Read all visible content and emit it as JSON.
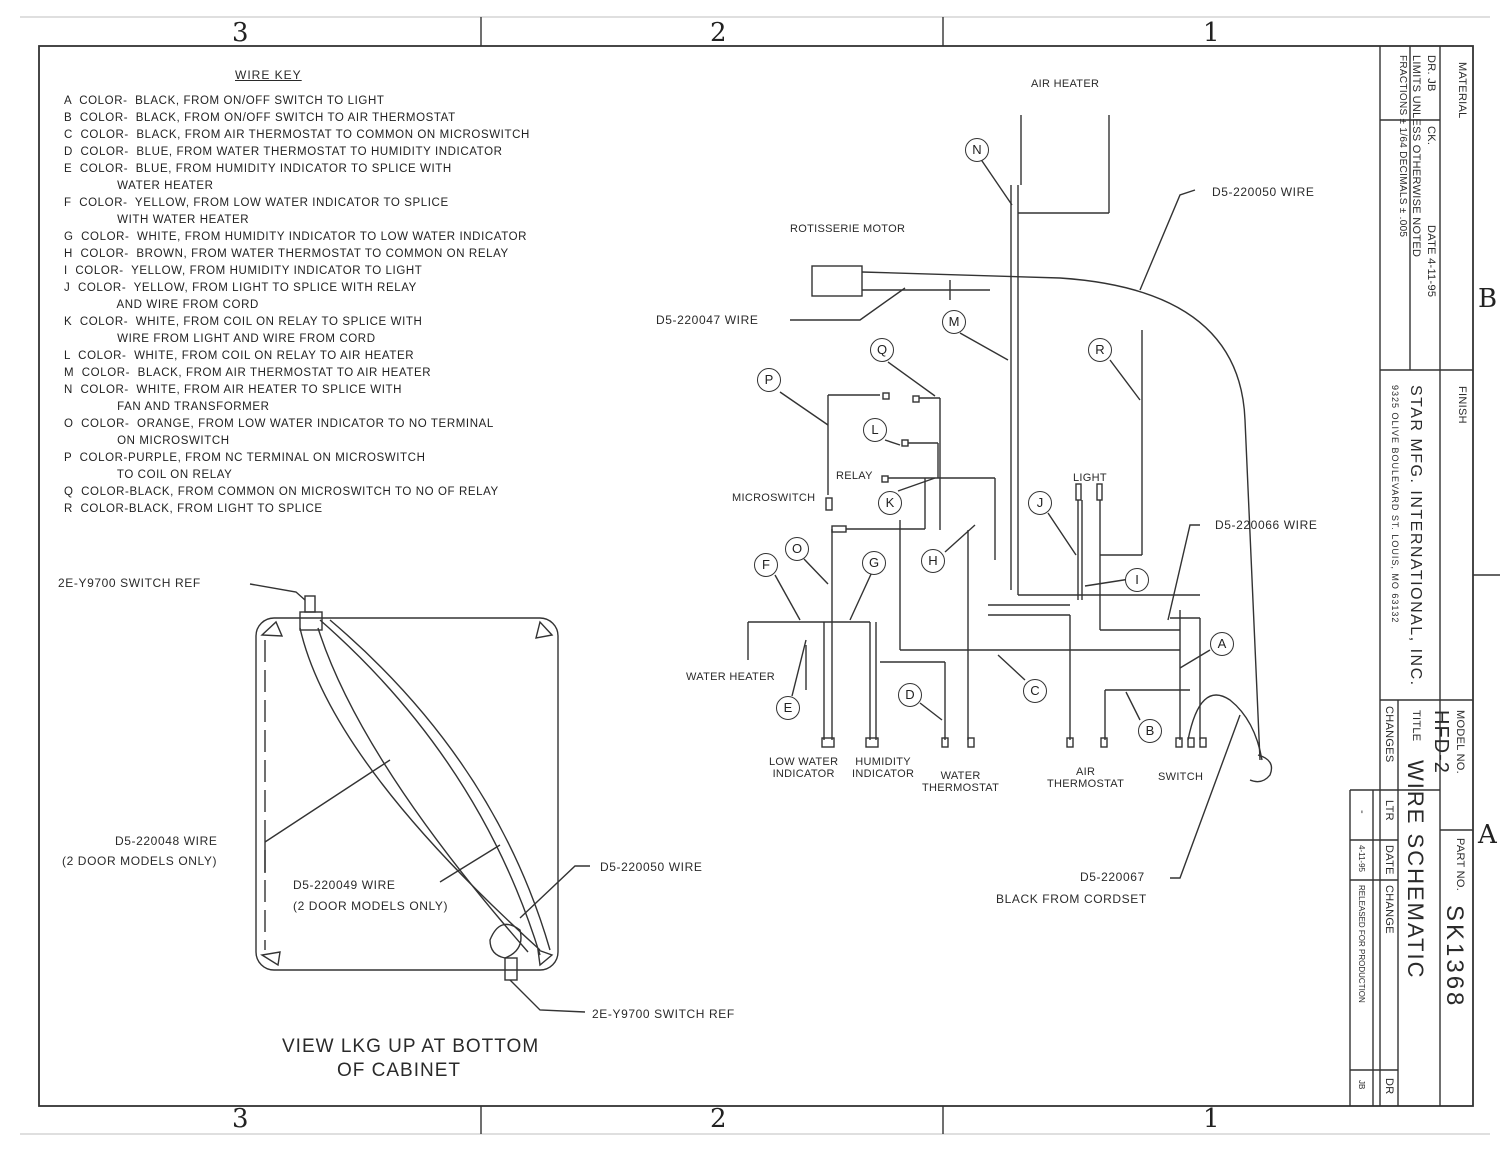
{
  "zones": {
    "top": [
      "3",
      "2",
      "1"
    ],
    "bottom": [
      "3",
      "2",
      "1"
    ],
    "right": [
      "B",
      "A"
    ]
  },
  "wire_key": {
    "title": "WIRE KEY",
    "lines": [
      "A  COLOR-  BLACK, FROM ON/OFF SWITCH TO LIGHT",
      "B  COLOR-  BLACK, FROM ON/OFF SWITCH TO AIR THERMOSTAT",
      "C  COLOR-  BLACK, FROM AIR THERMOSTAT TO COMMON ON MICROSWITCH",
      "D  COLOR-  BLUE, FROM WATER THERMOSTAT TO HUMIDITY INDICATOR",
      "E  COLOR-  BLUE, FROM HUMIDITY INDICATOR TO SPLICE WITH",
      "              WATER HEATER",
      "F  COLOR-  YELLOW, FROM LOW WATER INDICATOR TO SPLICE",
      "              WITH WATER HEATER",
      "G  COLOR-  WHITE, FROM HUMIDITY INDICATOR TO LOW WATER INDICATOR",
      "H  COLOR-  BROWN, FROM WATER THERMOSTAT TO COMMON ON RELAY",
      "I  COLOR-  YELLOW, FROM HUMIDITY INDICATOR TO LIGHT",
      "J  COLOR-  YELLOW, FROM LIGHT TO SPLICE WITH RELAY",
      "              AND WIRE FROM CORD",
      "K  COLOR-  WHITE, FROM COIL ON RELAY TO SPLICE WITH",
      "              WIRE FROM LIGHT AND WIRE FROM CORD",
      "L  COLOR-  WHITE, FROM COIL ON RELAY TO AIR HEATER",
      "M  COLOR-  BLACK, FROM AIR THERMOSTAT TO AIR HEATER",
      "N  COLOR-  WHITE, FROM AIR HEATER TO SPLICE WITH",
      "              FAN AND TRANSFORMER",
      "O  COLOR-  ORANGE, FROM LOW WATER INDICATOR TO NO TERMINAL",
      "              ON MICROSWITCH",
      "P  COLOR-PURPLE, FROM NC TERMINAL ON MICROSWITCH",
      "              TO COIL ON RELAY",
      "Q  COLOR-BLACK, FROM COMMON ON MICROSWITCH TO NO OF RELAY",
      "R  COLOR-BLACK, FROM LIGHT TO SPLICE"
    ]
  },
  "components": {
    "air_heater": "AIR HEATER",
    "rotisserie_motor": "ROTISSERIE MOTOR",
    "microswitch": "MICROSWITCH",
    "relay": "RELAY",
    "light": "LIGHT",
    "water_heater": "WATER HEATER",
    "low_water_indicator_1": "LOW WATER",
    "low_water_indicator_2": "INDICATOR",
    "humidity_indicator_1": "HUMIDITY",
    "humidity_indicator_2": "INDICATOR",
    "water_thermostat_1": "WATER",
    "water_thermostat_2": "THERMOSTAT",
    "air_thermostat_1": "AIR",
    "air_thermostat_2": "THERMOSTAT",
    "switch": "SWITCH"
  },
  "callouts": {
    "wire_050_top": "D5-220050 WIRE",
    "wire_047": "D5-220047 WIRE",
    "wire_066": "D5-220066 WIRE",
    "wire_067": "D5-220067",
    "wire_067_desc": "BLACK FROM CORDSET",
    "switch_ref_top": "2E-Y9700 SWITCH REF",
    "switch_ref_bottom": "2E-Y9700 SWITCH REF",
    "wire_048": "D5-220048 WIRE",
    "wire_048_note": "(2 DOOR MODELS ONLY)",
    "wire_049": "D5-220049 WIRE",
    "wire_049_note": "(2 DOOR MODELS ONLY)",
    "wire_050_bottom": "D5-220050 WIRE"
  },
  "view_caption": {
    "line1": "VIEW LKG UP AT BOTTOM",
    "line2": "OF CABINET"
  },
  "letters": [
    "A",
    "B",
    "C",
    "D",
    "E",
    "F",
    "G",
    "H",
    "I",
    "J",
    "K",
    "L",
    "M",
    "N",
    "O",
    "P",
    "Q",
    "R"
  ],
  "title_block": {
    "material": "MATERIAL",
    "finish": "FINISH",
    "dr": "DR. JB",
    "ck": "CK.",
    "date_label": "DATE 4-11-95",
    "limits_1": "LIMITS UNLESS OTHERWISE NOTED",
    "limits_2": "FRACTIONS ± 1/64   DECIMALS ± .005",
    "company": "STAR MFG. INTERNATIONAL, INC.",
    "address": "9325 OLIVE BOULEVARD   ST. LOUIS, MO 63132",
    "model_label": "MODEL NO.",
    "model_value": "HFD-2",
    "part_label": "PART NO.",
    "part_value": "SK1368",
    "title_label": "TITLE",
    "title_value": "WIRE SCHEMATIC",
    "changes": "CHANGES",
    "ltr": "LTR",
    "date_col": "DATE",
    "change_col": "CHANGE",
    "dr_col": "DR",
    "rev_ltr": "-",
    "rev_date": "4-11-95",
    "rev_change": "RELEASED FOR PRODUCTION",
    "rev_dr": "JB"
  }
}
